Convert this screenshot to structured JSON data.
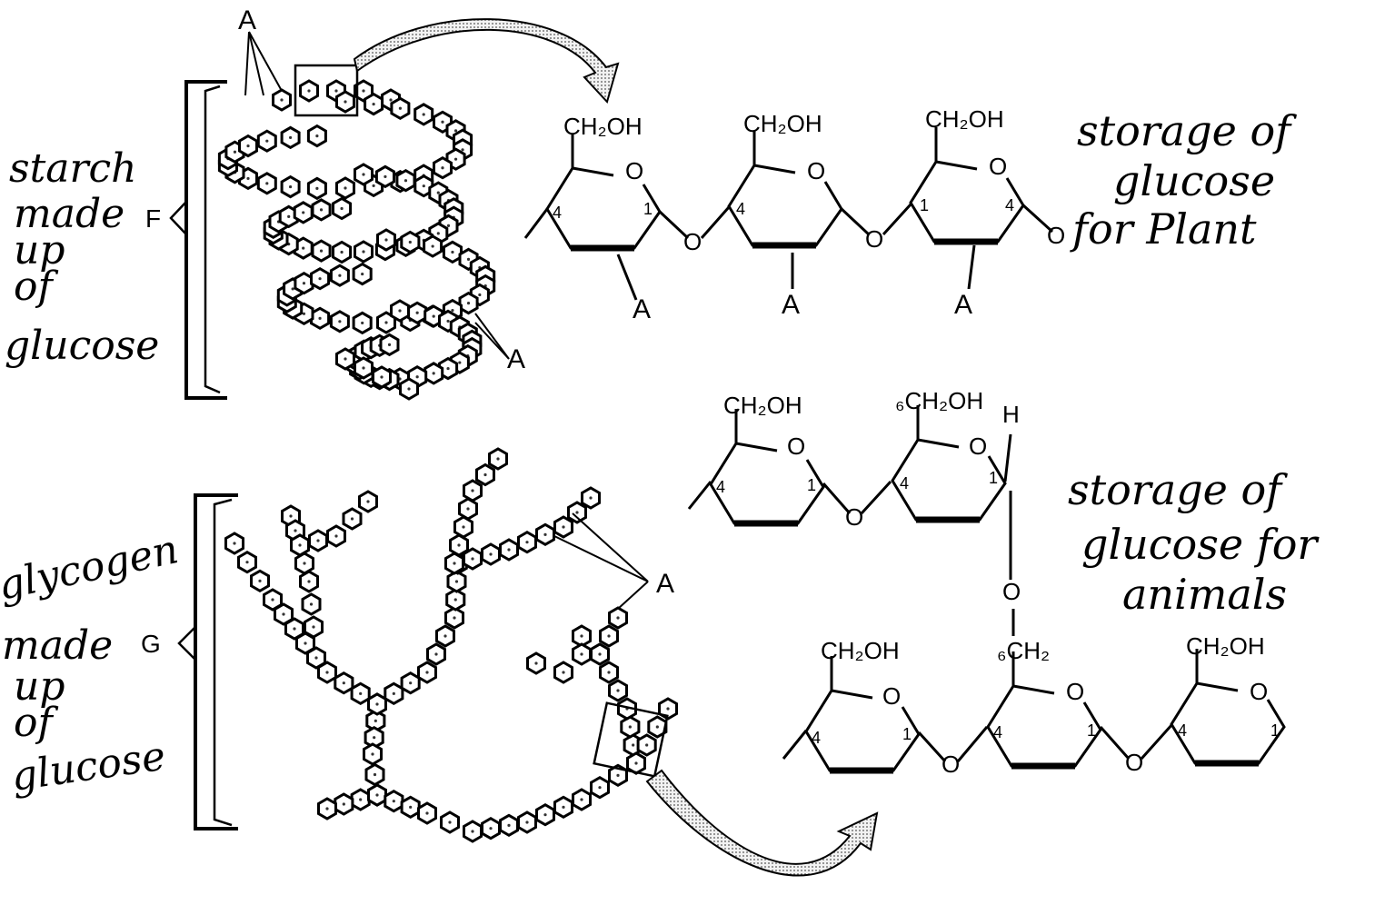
{
  "labels": {
    "A": "A",
    "F": "F",
    "G": "G",
    "starch_note": [
      "starch",
      "made",
      "up",
      "of",
      "glucose"
    ],
    "glycogen_note": [
      "glycogen",
      "made",
      "up",
      "of",
      "glucose"
    ],
    "plant_note": [
      "storage of",
      "glucose",
      "for Plant"
    ],
    "animal_note": [
      "storage of",
      "glucose for",
      "animals"
    ]
  },
  "chem": {
    "ch2oh": "CH₂OH",
    "ch2oh_6": "₆CH₂OH",
    "ch2_6": "₆CH₂",
    "o": "O",
    "h": "H",
    "pos1": "1",
    "pos4": "4"
  }
}
